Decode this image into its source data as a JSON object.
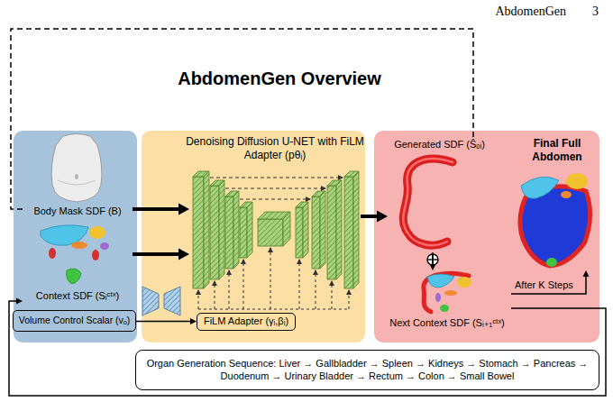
{
  "diagram": {
    "title": "AbdomenGen Overview",
    "nodes": [
      {
        "text": [
          "Body Mask SDF (B)"
        ]
      },
      {
        "text": [
          "Context SDF (Sᵢᶜᵗˣ)"
        ]
      },
      {
        "text": [
          "Volume Control Scalar (vₒ)"
        ]
      },
      {
        "text": [
          "Denoising Diffusion U-NET with FiLM Adapter (pθᵢ)"
        ]
      },
      {
        "text": [
          "FiLM Adapter (γᵢ,βᵢ)"
        ],
        "in": 3
      },
      {
        "text": [
          "Generated SDF (Ŝₒᵢ)"
        ]
      },
      {
        "text": [
          "Next Context SDF (Sᵢ₊₁ᶜᵗˣ)"
        ]
      },
      {
        "text": [
          "Final Full Abdomen"
        ]
      },
      {
        "text": [
          "Organ Generation Sequence: Liver → Gallbladder → Spleen → Kidneys → Stomach → Pancreas → Duodenum → Urinary Bladder → Rectum → Colon → Small Bowel"
        ]
      }
    ],
    "edges": [
      {
        "from": 0,
        "to": 3,
        "arrow": "to"
      },
      {
        "from": 1,
        "to": 3,
        "arrow": "to"
      },
      {
        "from": 2,
        "to": 4,
        "arrow": "to"
      },
      {
        "from": 3,
        "to": 5,
        "arrow": "to"
      },
      {
        "from": 5,
        "to": 6,
        "arrow": "to"
      },
      {
        "from": 6,
        "to": 7,
        "label": "After K Steps",
        "arrow": "to"
      },
      {
        "from": 6,
        "to": 1,
        "arrow": "to"
      },
      {
        "from": 5,
        "to": 0,
        "arrow": "none"
      }
    ],
    "labels": [
      "AbdomenGen",
      "3"
    ]
  }
}
